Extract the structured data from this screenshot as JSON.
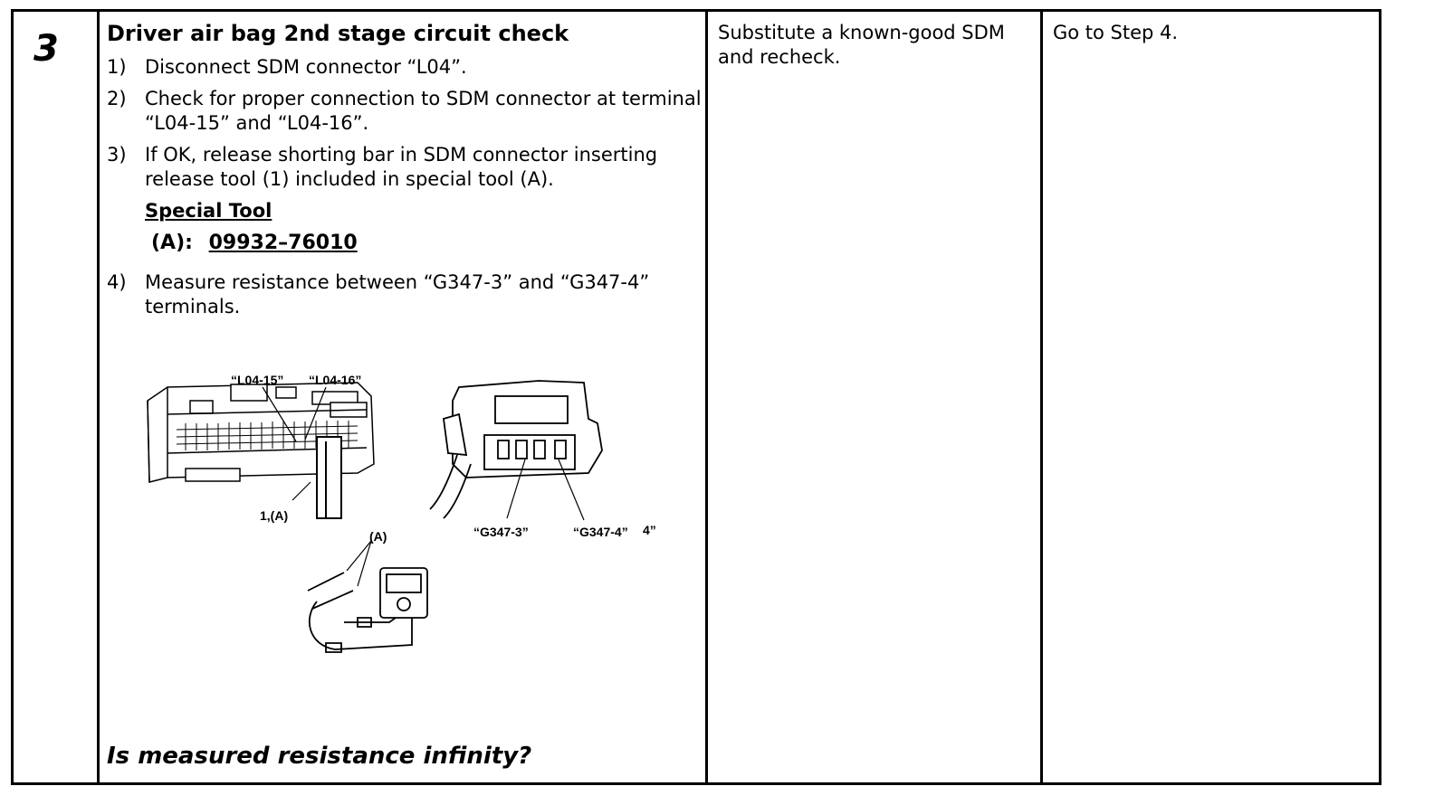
{
  "step": {
    "number": "3",
    "title": "Driver air bag 2nd stage circuit check",
    "items": [
      {
        "n": "1)",
        "text": "Disconnect SDM connector “L04”."
      },
      {
        "n": "2)",
        "text": "Check for proper connection to SDM connector at terminal “L04-15” and “L04-16”."
      },
      {
        "n": "3)",
        "text": "If OK, release shorting bar in SDM connector inserting release tool (1) included in special tool (A)."
      }
    ],
    "special_tool": {
      "heading": "Special Tool",
      "label": "(A):",
      "number": "09932–76010"
    },
    "items2": [
      {
        "n": "4)",
        "text": "Measure resistance between “G347-3” and “G347-4” terminals."
      }
    ],
    "question": "Is measured resistance infinity?"
  },
  "figure": {
    "label_l0415": "“L04-15”",
    "label_l0416": "“L04-16”",
    "label_tool": "1,(A)",
    "label_a": "(A)",
    "label_g3473": "“G347-3”",
    "label_g3474": "“G347-4”",
    "label_stray": "4”"
  },
  "yes_action": "Substitute a known-good SDM and recheck.",
  "no_action": "Go to Step 4."
}
